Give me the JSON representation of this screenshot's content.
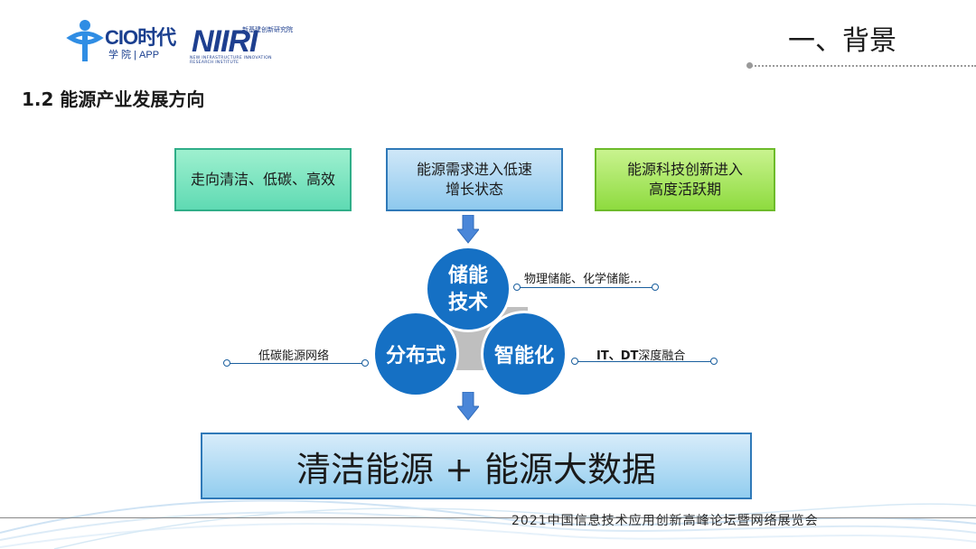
{
  "header": {
    "logo_cio": "CIO时代",
    "logo_cio_sub": "学 院 | APP",
    "logo_niiri": "NIIRI",
    "logo_niiri_tag": "新基建创新研究院",
    "logo_niiri_sub": "NEW INFRASTRUCTURE INNOVATION RESEARCH INSTITUTE",
    "section_title": "一、背景"
  },
  "subtitle": "1.2 能源产业发展方向",
  "top_boxes": [
    {
      "text": "走向清洁、低碳、高效"
    },
    {
      "line1": "能源需求进入低速",
      "line2": "增长状态"
    },
    {
      "line1": "能源科技创新进入",
      "line2": "高度活跃期"
    }
  ],
  "circles": {
    "top_line1": "储能",
    "top_line2": "技术",
    "left": "分布式",
    "right": "智能化"
  },
  "annotations": {
    "top": "物理储能、化学储能…",
    "left": "低碳能源网络",
    "right_bold": "IT、DT",
    "right_rest": "深度融合"
  },
  "result": "清洁能源 + 能源大数据",
  "footer": "2021中国信息技术应用创新高峰论坛暨网络展览会",
  "colors": {
    "circle_blue": "#1570c4",
    "box1_green": "#5fdab3",
    "box2_blue": "#8ec9ee",
    "box3_lime": "#8edb3f",
    "arrow_blue": "#4a86d8"
  }
}
